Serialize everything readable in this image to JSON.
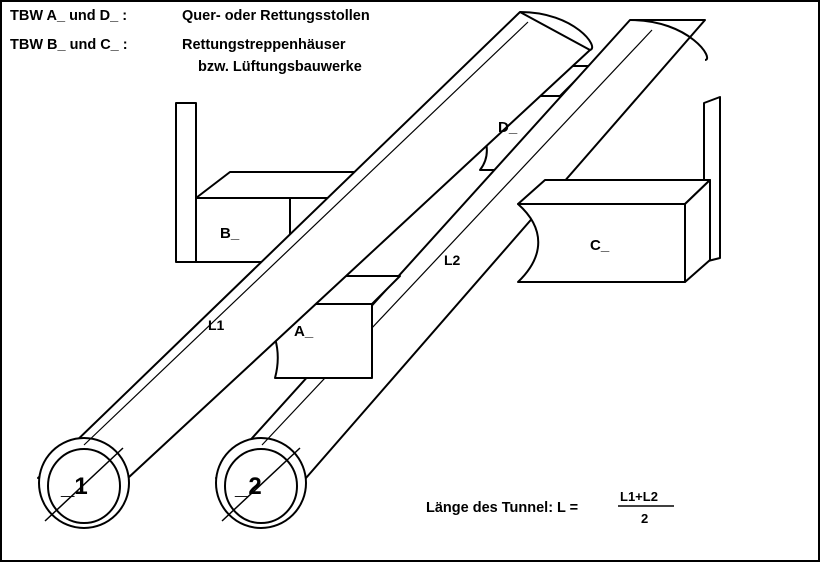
{
  "legend": {
    "row1_key": "TBW  A_ und D_ :",
    "row1_text": "Quer- oder Rettungsstollen",
    "row2_key": "TBW  B_ und C_ :",
    "row2_text": "Rettungstreppenhäuser",
    "row3_text": "bzw. Lüftungsbauwerke"
  },
  "labels": {
    "structure_a": "A_",
    "structure_b": "B_",
    "structure_c": "C_",
    "structure_d": "D_",
    "length_l1": "L1",
    "length_l2": "L2",
    "tube_1": "_1",
    "tube_2": "_2"
  },
  "formula": {
    "prefix": "Länge des Tunnel: L =",
    "numerator": "L1+L2",
    "denominator": "2"
  },
  "colors": {
    "line": "#000000",
    "fill": "#ffffff"
  }
}
